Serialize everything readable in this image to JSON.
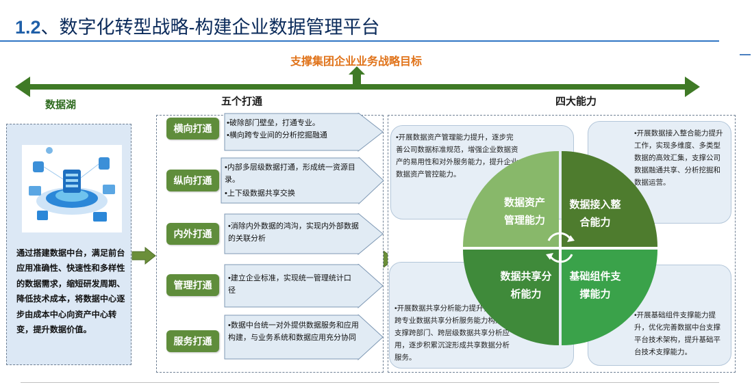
{
  "header": {
    "number": "1.2",
    "separator": "、",
    "title": "数字化转型战略-构建企业数据管理平台"
  },
  "goal": "支撑集团企业业务战略目标",
  "labels": {
    "left": "数据湖",
    "middle": "五个打通",
    "right": "四大能力"
  },
  "left_panel": {
    "text": "通过搭建数据中台，满足前台应用准确性、快速性和多样性的数据需求，缩短研发周期、降低技术成本，将数据中心逐步由成本中心向资产中心转变，提升数据价值。"
  },
  "five_connections": [
    {
      "tag": "横向打通",
      "bullets": [
        "•破除部门壁垒，打通专业。",
        "•横向跨专业间的分析挖掘融通"
      ]
    },
    {
      "tag": "纵向打通",
      "bullets": [
        "•内部多层级数据打通，形成统一资源目录。",
        "•上下级数据共享交换"
      ]
    },
    {
      "tag": "内外打通",
      "bullets": [
        "•消除内外数据的鸿沟，实现内外部数据的关联分析"
      ]
    },
    {
      "tag": "管理打通",
      "bullets": [
        "•建立企业标准，实现统一管理统计口径"
      ]
    },
    {
      "tag": "服务打通",
      "bullets": [
        "•数据中台统一对外提供数据服务和应用构建，与业务系统和数据应用充分协同"
      ]
    }
  ],
  "four_capabilities": {
    "petals": [
      {
        "label_line1": "数据资产",
        "label_line2": "管理能力"
      },
      {
        "label_line1": "数据接入整",
        "label_line2": "合能力"
      },
      {
        "label_line1": "数据共享分",
        "label_line2": "析能力"
      },
      {
        "label_line1": "基础组件支",
        "label_line2": "撑能力"
      }
    ],
    "cards": [
      {
        "text": "•开展数据资产管理能力提升，逐步完善公司数据标准规范，增强企业数据资产的易用性和对外服务能力，提升企业数据资产管控能力。"
      },
      {
        "text": "•开展数据接入整合能力提升工作，实现多维度、多类型数据的高效汇集，支撑公司数据融通共享、分析挖掘和数据运营。"
      },
      {
        "text": "•开展数据共享分析能力提升，实现跨专业数据共享分析服务能力构建，支撑跨部门、跨层级数据共享分析应用，逐步积累沉淀形成共享数据分析服务。"
      },
      {
        "text": "•开展基础组件支撑能力提升，优化完善数据中台支撑平台技术架构，提升基础平台技术支撑能力。"
      }
    ]
  },
  "colors": {
    "title_blue": "#1f5fa8",
    "goal_orange": "#e0731a",
    "arrow_green": "#3f7a26",
    "petal_light": "#88b86a",
    "petal_dark": "#4e7c2e",
    "petal_mid": "#3f8a3a",
    "petal_bright": "#3aa24a",
    "tag_green": "#5f8d3b",
    "card_blue": "#e6eef6"
  }
}
